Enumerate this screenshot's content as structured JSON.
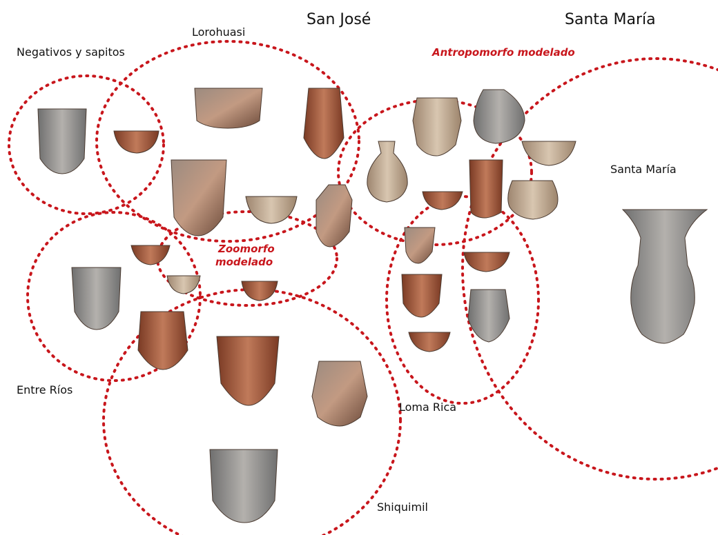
{
  "headings": {
    "san_jose": "San José",
    "santa_maria": "Santa María"
  },
  "labels": {
    "negativos": "Negativos y sapitos",
    "lorohuasi": "Lorohuasi",
    "antropomorfo": "Antropomorfo modelado",
    "santa_maria_inner": "Santa María",
    "zoomorfo_line1": "Zoomorfo",
    "zoomorfo_line2": "modelado",
    "entre_rios": "Entre Ríos",
    "loma_rica": "Loma Rica",
    "shiquimil": "Shiquimil"
  },
  "colors": {
    "dash": "#c8161c",
    "accent_text": "#c8161c",
    "clay_light": "#c9b39a",
    "clay_red": "#a85a3e",
    "clay_grey": "#8d8d8d"
  }
}
